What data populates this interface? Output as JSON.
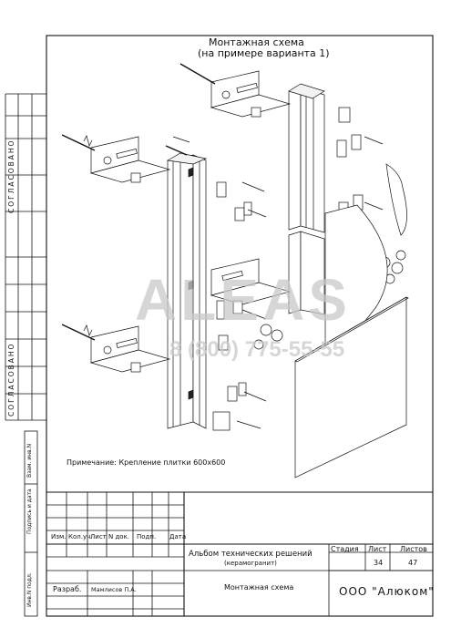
{
  "drawing": {
    "title_line1": "Монтажная схема",
    "title_line2": "(на примере варианта 1)",
    "note": "Примечание: Крепление плитки 600х600"
  },
  "watermark": {
    "brand": "ALEAS",
    "phone": "8 (800) 775-55-55"
  },
  "side_stamps": {
    "agreed_top": "СОГЛАСОВАНО",
    "agreed_bottom": "СОГЛАСОВАНО",
    "replace_inv": "Взам. инв.N",
    "sign_date": "Подпись и дата",
    "inv_orig": "Инв.N подл."
  },
  "title_block": {
    "col_headers": [
      "Изм.",
      "Кол.уч.",
      "Лист",
      "N док.",
      "Подп.",
      "Дата"
    ],
    "developed_label": "Разраб.",
    "developer_name": "Мамлисов П.А.",
    "album_title": "Альбом технических решений",
    "album_subtitle": "(керамогранит)",
    "sheet_title": "Монтажная схема",
    "stage_label": "Стадия",
    "sheet_label": "Лист",
    "sheets_label": "Листов",
    "sheet_number": "34",
    "sheets_total": "47",
    "company": "ООО \"Алюком\""
  }
}
